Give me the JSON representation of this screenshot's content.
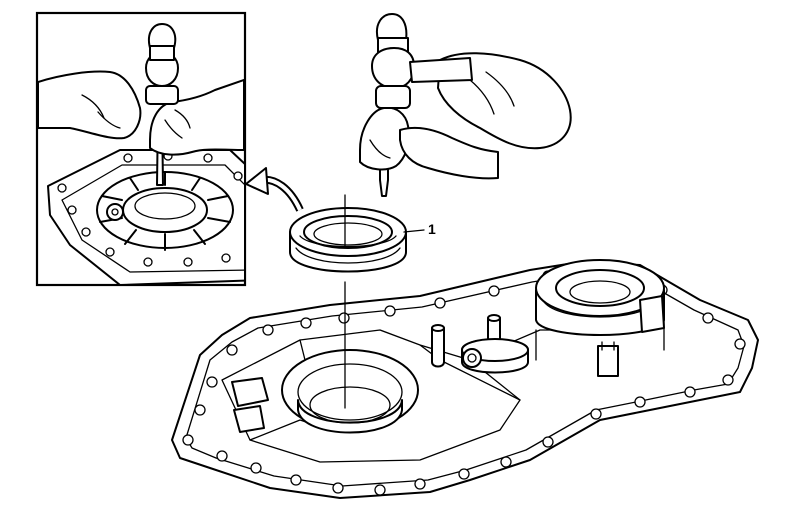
{
  "callouts": [
    {
      "id": "1",
      "label": "1"
    }
  ],
  "icons": {
    "inset": "bearing-race-staking-detail",
    "arrow": "curved-arrow-icon",
    "bearing": "bearing-icon",
    "case": "transfer-case-half-icon",
    "hands": "hand-with-hammer-and-punch-icon"
  }
}
